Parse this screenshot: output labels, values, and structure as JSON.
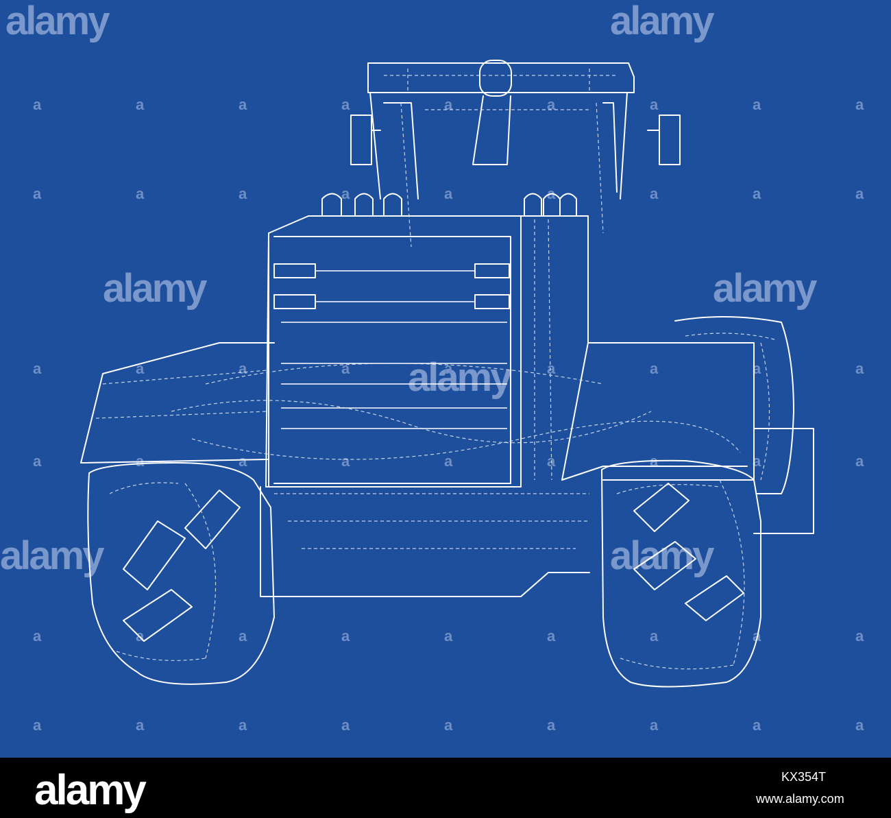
{
  "watermark": {
    "word": "alamy",
    "glyph": "a",
    "color": "#7a98cc"
  },
  "footer": {
    "logo": "alamy",
    "image_id": "KX354T",
    "site": "www.alamy.com"
  },
  "colors": {
    "background": "#1d4f9c",
    "line": "#ffffff",
    "footer": "#000000"
  }
}
